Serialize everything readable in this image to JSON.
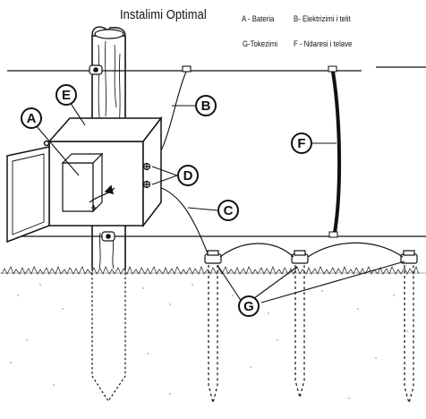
{
  "title": "Instalimi Optimal",
  "legend": {
    "a": "A - Bateria",
    "b": "B- Elektrizimi i telit",
    "g": "G-Tokezimi",
    "f": "F - Ndaresi i telave"
  },
  "callouts": {
    "a": "A",
    "b": "B",
    "c": "C",
    "d": "D",
    "e": "E",
    "f": "F",
    "g": "G"
  }
}
